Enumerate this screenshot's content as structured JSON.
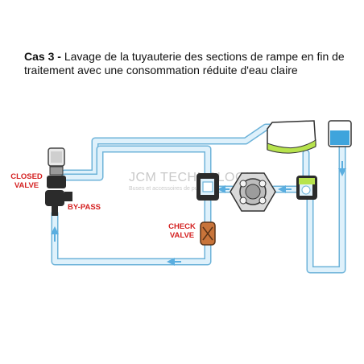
{
  "title": {
    "prefix": "Cas 3 -",
    "text": "Lavage de la tuyauterie des sections de rampe en fin de traitement avec une consommation réduite d'eau claire"
  },
  "labels": {
    "closed_valve": [
      "CLOSED",
      "VALVE"
    ],
    "bypass": "BY-PASS",
    "check_valve": [
      "CHECK",
      "VALVE"
    ]
  },
  "watermark": {
    "brand": "JCM TECHNOLOGIE",
    "subtitle": "Buses et accessoires de pulvérisation"
  },
  "colors": {
    "pipe_fill": "#dff1fb",
    "pipe_stroke": "#6db3d9",
    "arrow": "#5aaee0",
    "valve_dark": "#2b2b2b",
    "tank_fill": "#b7e34d",
    "clean_water": "#3fa4dc",
    "check_valve": "#c8743a",
    "label_red": "#d42020"
  }
}
